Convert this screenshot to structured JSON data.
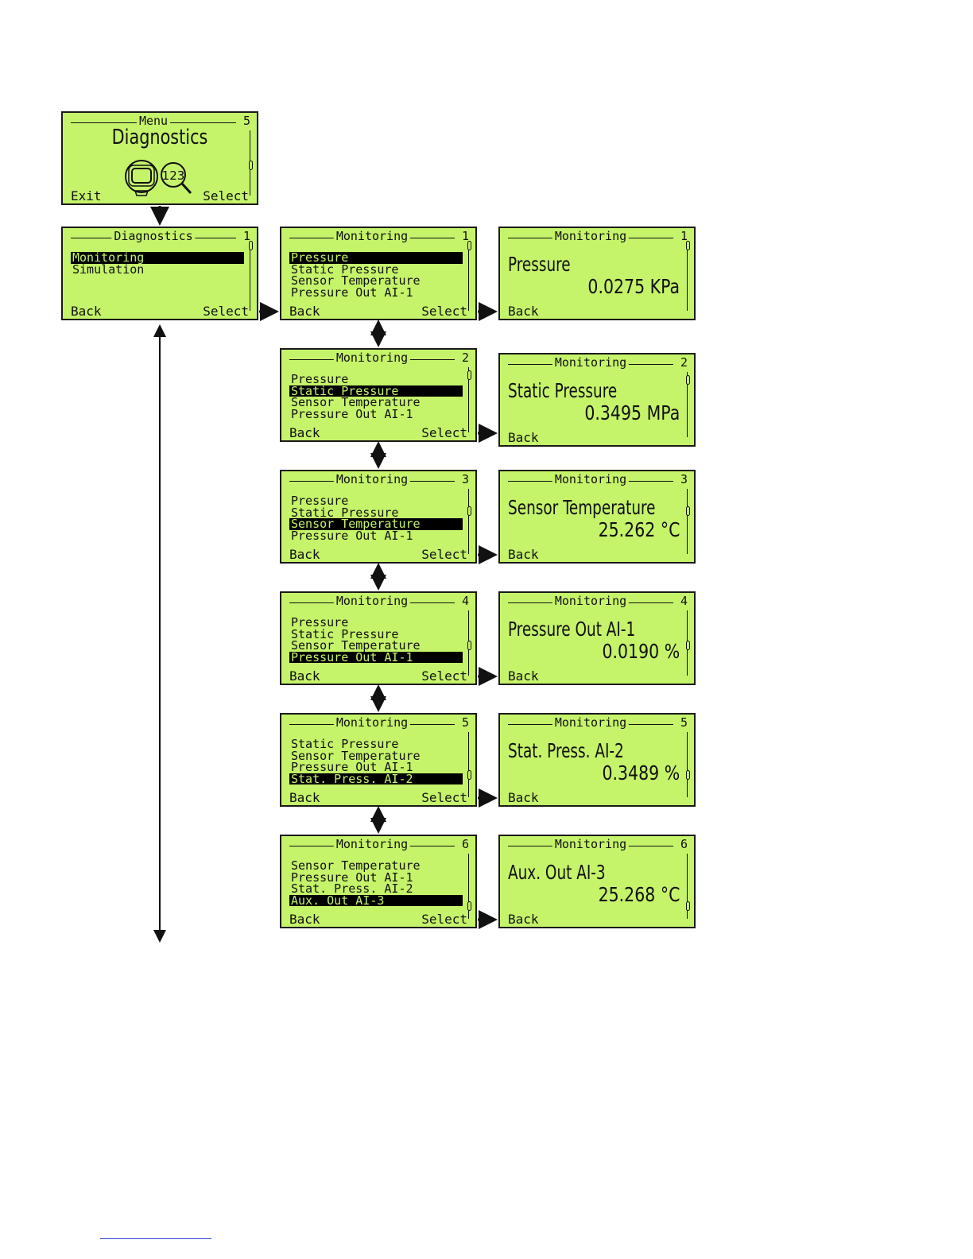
{
  "menu": {
    "title": "Menu",
    "number": "5",
    "label": "Diagnostics",
    "icon": "diagnostics-icon",
    "left": "Exit",
    "right": "Select"
  },
  "diag": {
    "title": "Diagnostics",
    "number": "1",
    "items": [
      "Monitoring",
      "Simulation"
    ],
    "left": "Back",
    "right": "Select"
  },
  "monitor": [
    {
      "title": "Monitoring",
      "number": "1",
      "items": [
        "Pressure",
        "Static Pressure",
        "Sensor Temperature",
        "Pressure Out AI-1"
      ],
      "selected": 0,
      "left": "Back",
      "right": "Select"
    },
    {
      "title": "Monitoring",
      "number": "2",
      "items": [
        "Pressure",
        "Static Pressure",
        "Sensor Temperature",
        "Pressure Out AI-1"
      ],
      "selected": 1,
      "left": "Back",
      "right": "Select"
    },
    {
      "title": "Monitoring",
      "number": "3",
      "items": [
        "Pressure",
        "Static Pressure",
        "Sensor Temperature",
        "Pressure Out AI-1"
      ],
      "selected": 2,
      "left": "Back",
      "right": "Select"
    },
    {
      "title": "Monitoring",
      "number": "4",
      "items": [
        "Pressure",
        "Static Pressure",
        "Sensor Temperature",
        "Pressure Out AI-1"
      ],
      "selected": 3,
      "left": "Back",
      "right": "Select"
    },
    {
      "title": "Monitoring",
      "number": "5",
      "items": [
        "Static Pressure",
        "Sensor Temperature",
        "Pressure Out AI-1",
        "Stat. Press. AI-2"
      ],
      "selected": 3,
      "left": "Back",
      "right": "Select"
    },
    {
      "title": "Monitoring",
      "number": "6",
      "items": [
        "Sensor Temperature",
        "Pressure Out AI-1",
        "Stat. Press. AI-2",
        "Aux. Out AI-3"
      ],
      "selected": 3,
      "left": "Back",
      "right": "Select"
    }
  ],
  "detail": [
    {
      "title": "Monitoring",
      "number": "1",
      "label": "Pressure",
      "value": "0.0275 KPa",
      "left": "Back"
    },
    {
      "title": "Monitoring",
      "number": "2",
      "label": "Static Pressure",
      "value": "0.3495 MPa",
      "left": "Back"
    },
    {
      "title": "Monitoring",
      "number": "3",
      "label": "Sensor Temperature",
      "value": "25.262 °C",
      "left": "Back"
    },
    {
      "title": "Monitoring",
      "number": "4",
      "label": "Pressure Out AI-1",
      "value": "0.0190 %",
      "left": "Back"
    },
    {
      "title": "Monitoring",
      "number": "5",
      "label": "Stat. Press. AI-2",
      "value": "0.3489 %",
      "left": "Back"
    },
    {
      "title": "Monitoring",
      "number": "6",
      "label": "Aux. Out AI-3",
      "value": "25.268 °C",
      "left": "Back"
    }
  ],
  "footer_link": {
    "text": ""
  }
}
